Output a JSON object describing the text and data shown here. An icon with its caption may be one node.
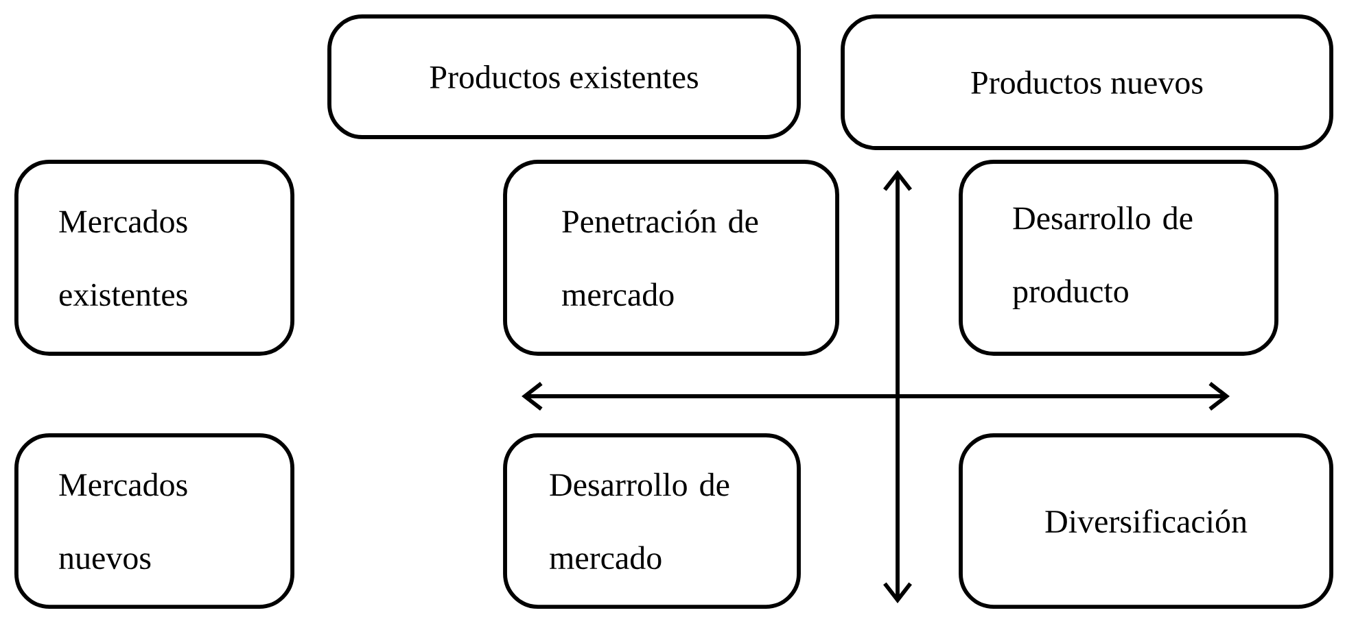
{
  "diagram": {
    "nodes": [
      {
        "text": [
          "Productos existentes"
        ]
      },
      {
        "text": [
          "Productos nuevos"
        ]
      },
      {
        "text": [
          "Mercados existentes"
        ]
      },
      {
        "text": [
          "Penetración de mercado"
        ]
      },
      {
        "text": [
          "Desarrollo de producto"
        ]
      },
      {
        "text": [
          "Mercados nuevos"
        ]
      },
      {
        "text": [
          "Desarrollo de mercado"
        ]
      },
      {
        "text": [
          "Diversificación"
        ]
      }
    ]
  }
}
